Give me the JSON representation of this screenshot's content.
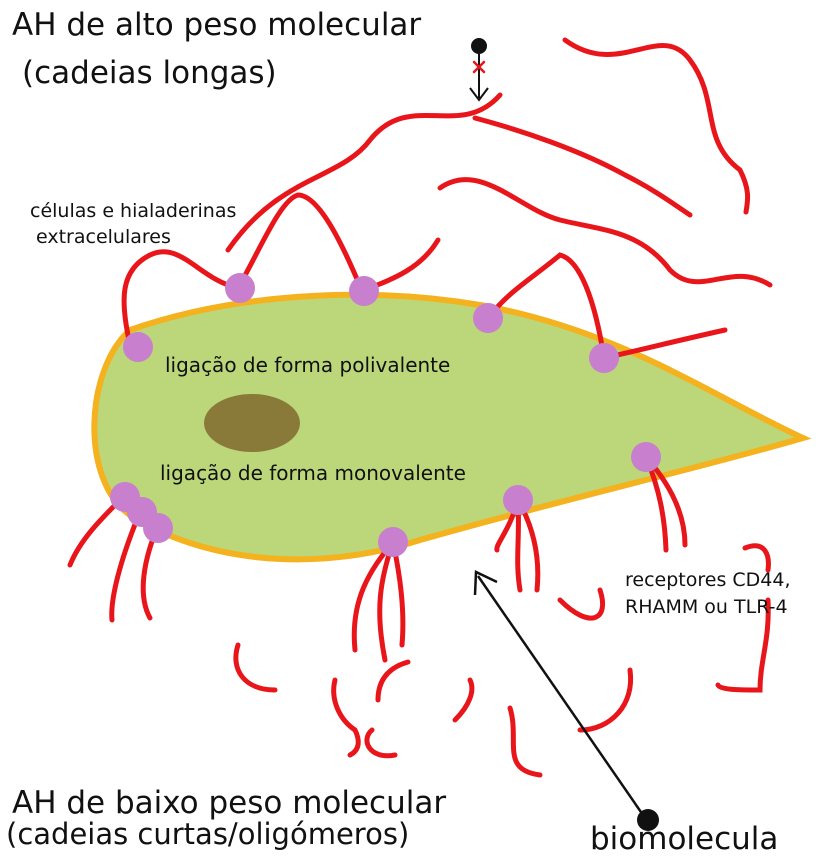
{
  "labels": {
    "high_mw_line1": "AH de alto peso molecular",
    "high_mw_line2": "(cadeias longas)",
    "cells_line1": "células e hialaderinas",
    "cells_line2": "extracelulares",
    "polyvalent": "ligação de forma polivalente",
    "monovalent": "ligação de forma monovalente",
    "receptors_line1": "receptores CD44,",
    "receptors_line2": "RHAMM ou TLR-4",
    "low_mw_line1": "AH de baixo peso molecular",
    "low_mw_line2": "(cadeias curtas/oligómeros)",
    "biomolecule": "biomolecula"
  },
  "colors": {
    "chain": "#e8161b",
    "receptor": "#c77fce",
    "cell_fill": "#bcd67a",
    "cell_border": "#f4b21f",
    "nucleus": "#8a7a3a",
    "arrow": "#111111",
    "block_mark": "#e8161b"
  }
}
